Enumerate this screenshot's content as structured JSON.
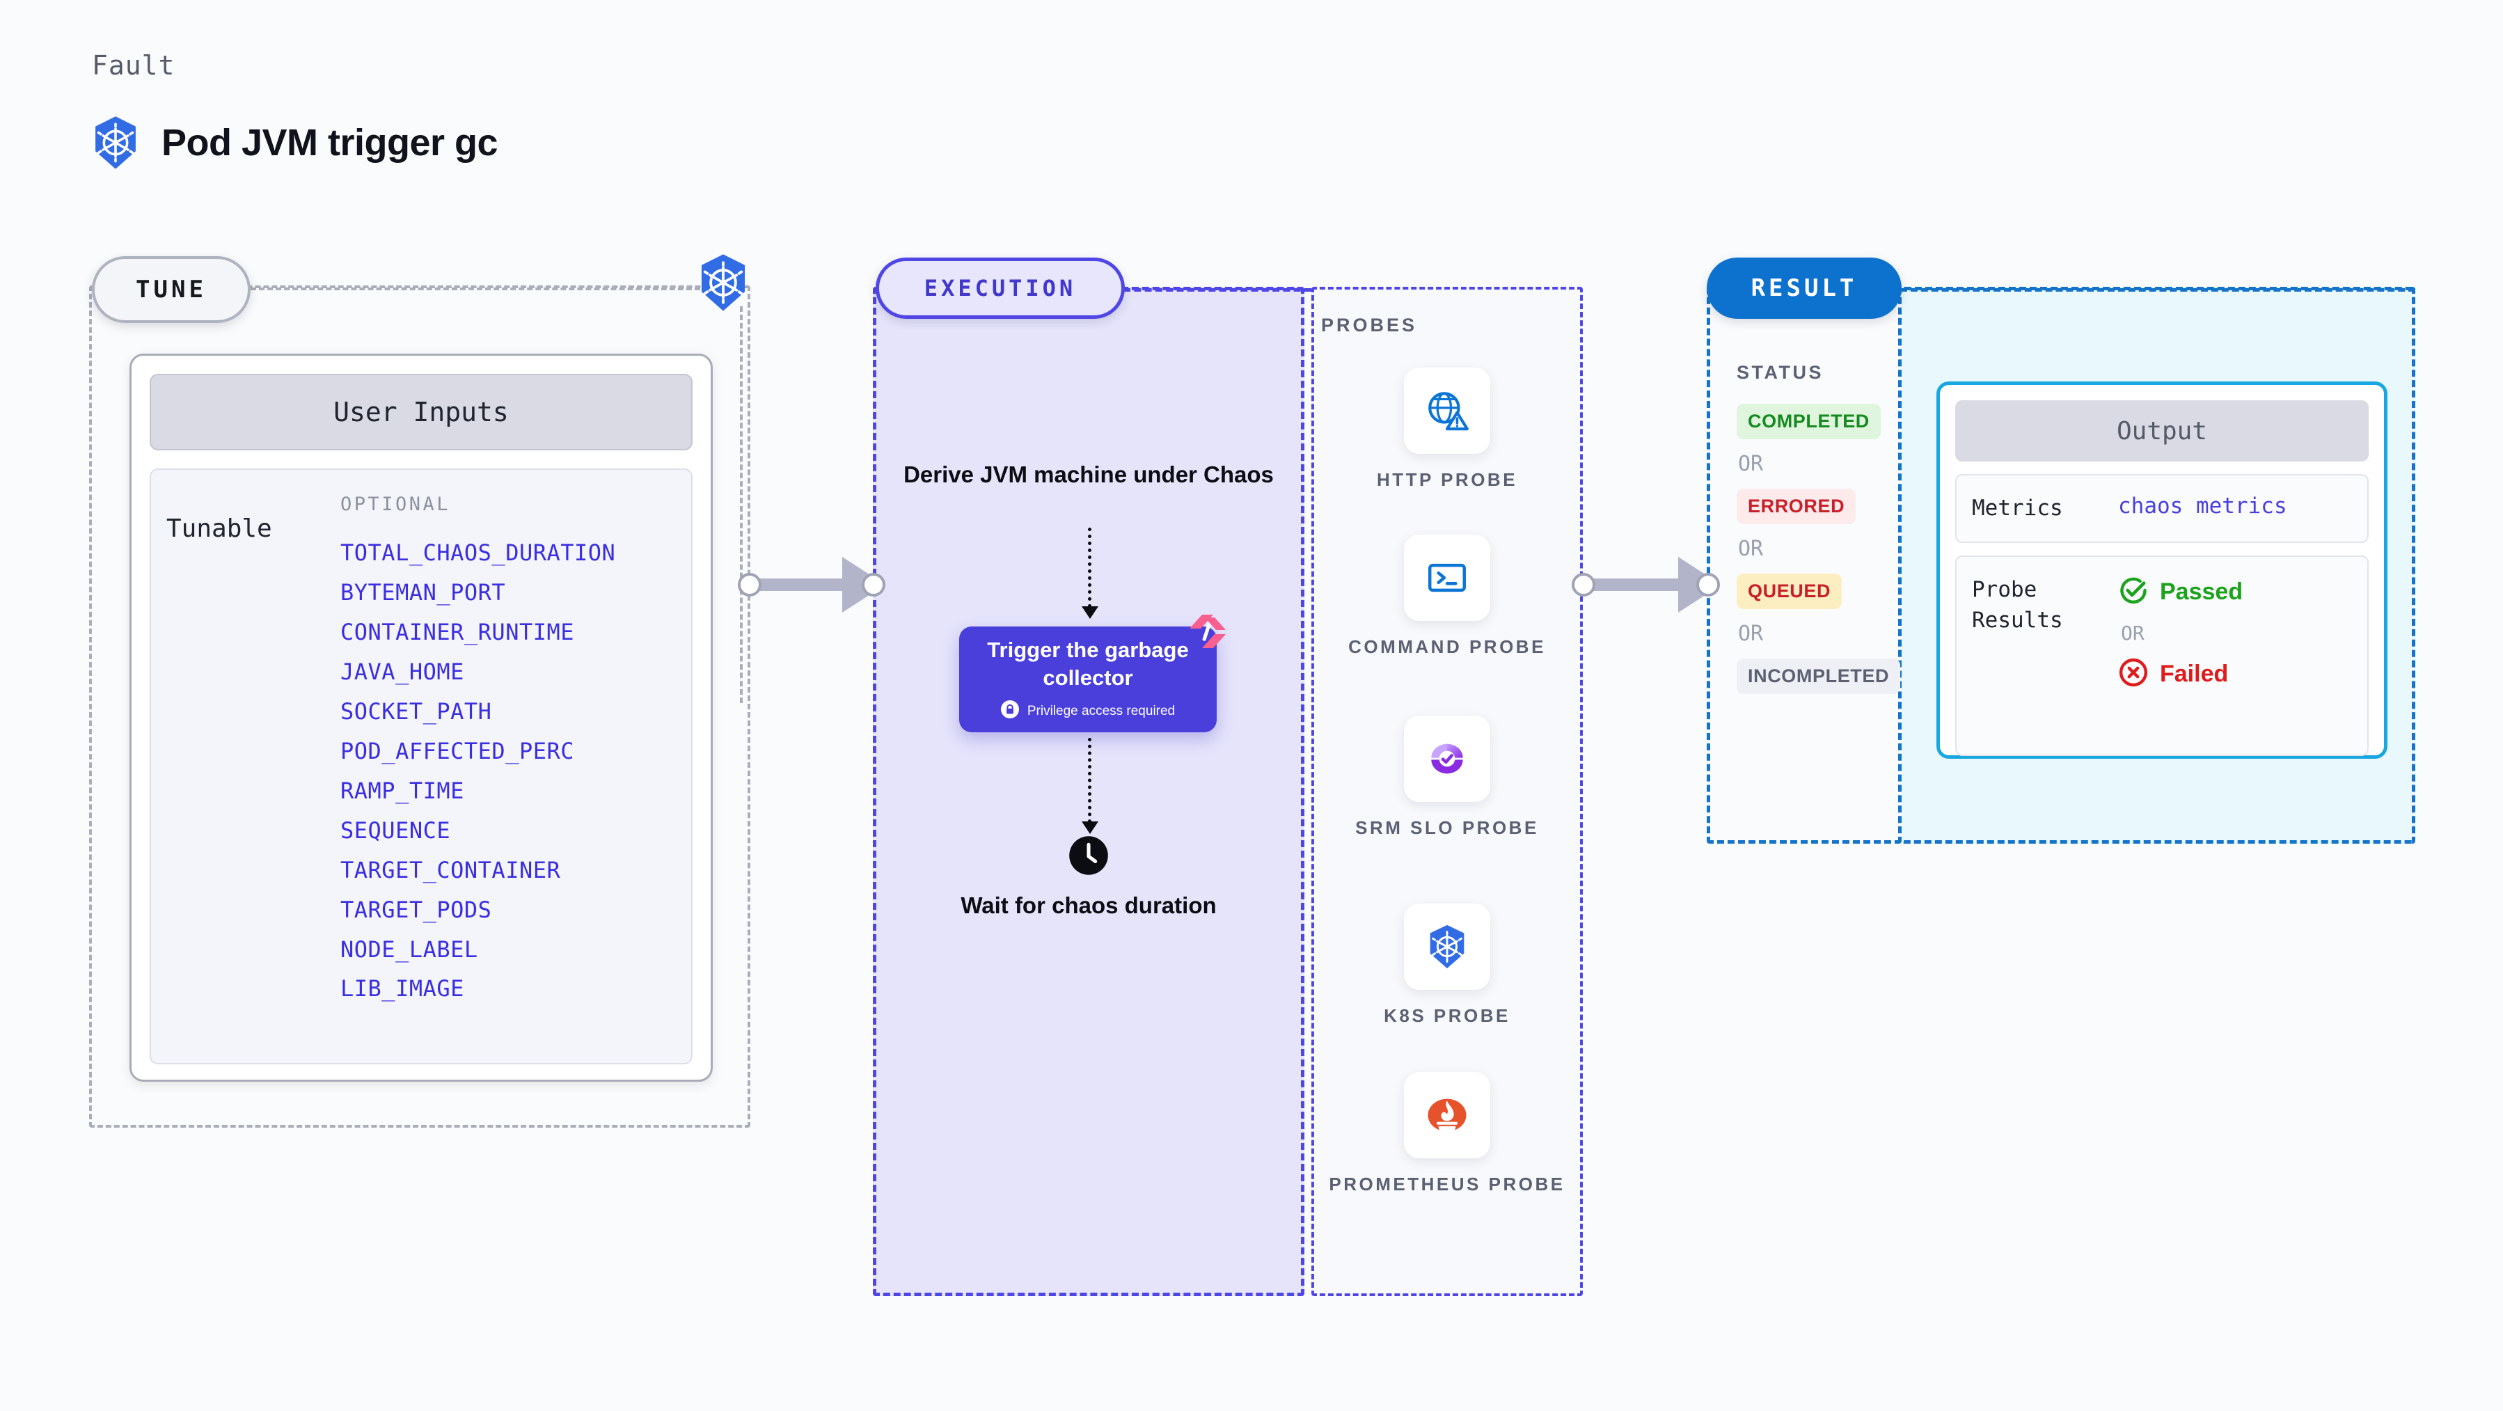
{
  "header": {
    "eyebrow": "Fault",
    "title": "Pod JVM trigger gc",
    "icon": "kubernetes-icon"
  },
  "tune": {
    "pill_label": "TUNE",
    "icon": "kubernetes-icon",
    "user_inputs_title": "User Inputs",
    "tunable_label": "Tunable",
    "optional_label": "OPTIONAL",
    "tunables": [
      "TOTAL_CHAOS_DURATION",
      "BYTEMAN_PORT",
      "CONTAINER_RUNTIME",
      "JAVA_HOME",
      "SOCKET_PATH",
      "POD_AFFECTED_PERC",
      "RAMP_TIME",
      "SEQUENCE",
      "TARGET_CONTAINER",
      "TARGET_PODS",
      "NODE_LABEL",
      "LIB_IMAGE"
    ],
    "tunable_color": "#3b2ee0"
  },
  "execution": {
    "pill_label": "EXECUTION",
    "step_derive": "Derive JVM machine under Chaos",
    "action_card": {
      "title": "Trigger the garbage collector",
      "badge_text": "Privilege access required",
      "badge_icon": "lock-icon",
      "ribbon_icon": "harness-ribbon-icon",
      "bg_color": "#4a3fdb"
    },
    "step_wait": "Wait for chaos duration",
    "wait_icon": "clock-icon",
    "accent_color": "#4f46e5"
  },
  "probes": {
    "section_label": "PROBES",
    "items": [
      {
        "name": "HTTP PROBE",
        "icon": "globe-warning-icon"
      },
      {
        "name": "COMMAND PROBE",
        "icon": "terminal-icon"
      },
      {
        "name": "SRM SLO PROBE",
        "icon": "srm-slo-icon"
      },
      {
        "name": "K8S PROBE",
        "icon": "kubernetes-icon"
      },
      {
        "name": "PROMETHEUS PROBE",
        "icon": "prometheus-icon"
      }
    ]
  },
  "result": {
    "pill_label": "RESULT",
    "status_label": "STATUS",
    "or_label": "OR",
    "statuses": [
      {
        "label": "COMPLETED",
        "text_color": "#168a1f",
        "bg_color": "#dff5de"
      },
      {
        "label": "ERRORED",
        "text_color": "#c8202a",
        "bg_color": "#fdeaea"
      },
      {
        "label": "QUEUED",
        "text_color": "#c8202a",
        "bg_color": "#fdeec2"
      },
      {
        "label": "INCOMPLETED",
        "text_color": "#5b6172",
        "bg_color": "#eff0f5"
      }
    ],
    "accent_color": "#1574c9"
  },
  "output": {
    "card_title": "Output",
    "metrics_key": "Metrics",
    "metrics_value": "chaos metrics",
    "probe_results_key": "Probe Results",
    "passed_label": "Passed",
    "failed_label": "Failed",
    "or_label": "OR",
    "passed_icon": "check-circle-icon",
    "failed_icon": "x-circle-icon",
    "passed_color": "#1ba31b",
    "failed_color": "#e01b1b",
    "border_color": "#18a7e0"
  },
  "connectors": [
    {
      "name": "tune-to-execution"
    },
    {
      "name": "probes-to-result"
    }
  ]
}
